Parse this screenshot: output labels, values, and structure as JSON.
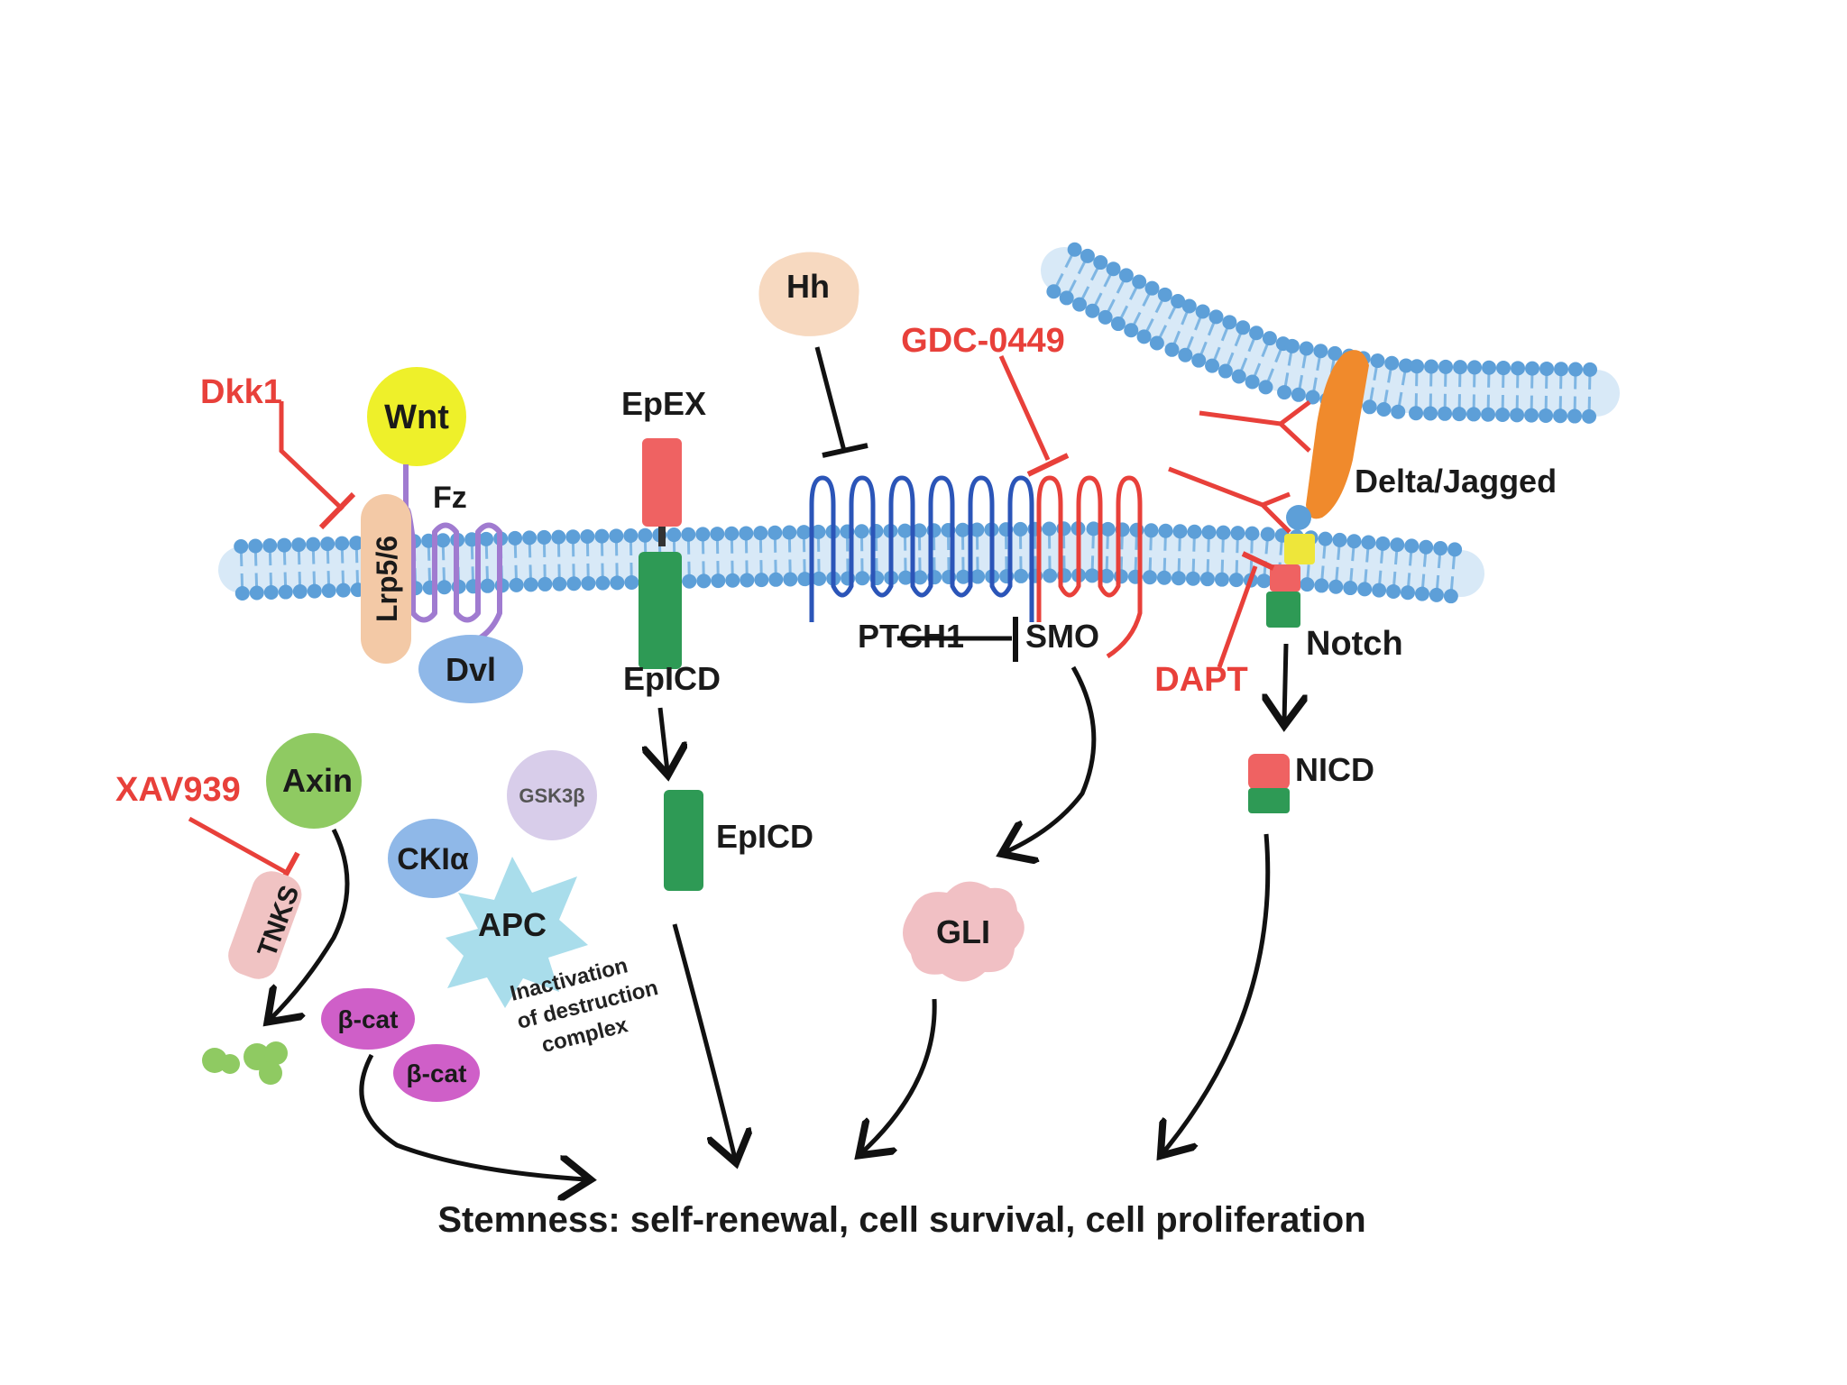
{
  "colors": {
    "membrane": "#7fb6e3",
    "membrane_head": "#5d9fd8",
    "inhibitor": "#e8403a",
    "arrow": "#111111",
    "wnt": "#eef02a",
    "fz": "#a07bd0",
    "lrp": "#f3c9a6",
    "dvl": "#8fb8e8",
    "axin": "#8fca62",
    "tnks": "#f0c3c3",
    "ckia": "#8fb8e8",
    "gsk3b": "#d8cdea",
    "apc": "#a9ddeb",
    "bcat": "#cf5fc8",
    "epex": "#ef6262",
    "epicd": "#2e9a55",
    "hh": "#f7d9c0",
    "ptch1": "#2b55b8",
    "smo": "#e8403a",
    "gli": "#f1c0c4",
    "delta": "#f08a2c",
    "notch_red": "#ef6262",
    "notch_yellow": "#eee63a",
    "notch_green": "#2e9a55"
  },
  "labels": {
    "dkk1": "Dkk1",
    "wnt": "Wnt",
    "fz": "Fz",
    "lrp56": "Lrp5/6",
    "dvl": "Dvl",
    "xav939": "XAV939",
    "axin": "Axin",
    "tnks": "TNKS",
    "gsk3b": "GSK3β",
    "ckia": "CKIα",
    "apc": "APC",
    "bcat1": "β-cat",
    "bcat2": "β-cat",
    "inactivation_line1": "Inactivation",
    "inactivation_line2": "of destruction",
    "inactivation_line3": "complex",
    "epex": "EpEX",
    "epicd_membrane": "EpICD",
    "epicd_free": "EpICD",
    "hh": "Hh",
    "ptch1": "PTCH1",
    "gdc0449": "GDC-0449",
    "smo": "SMO",
    "gli": "GLI",
    "delta_jagged": "Delta/Jagged",
    "notch": "Notch",
    "dapt": "DAPT",
    "nicd": "NICD",
    "outcome": "Stemness: self-renewal, cell survival, cell proliferation"
  }
}
